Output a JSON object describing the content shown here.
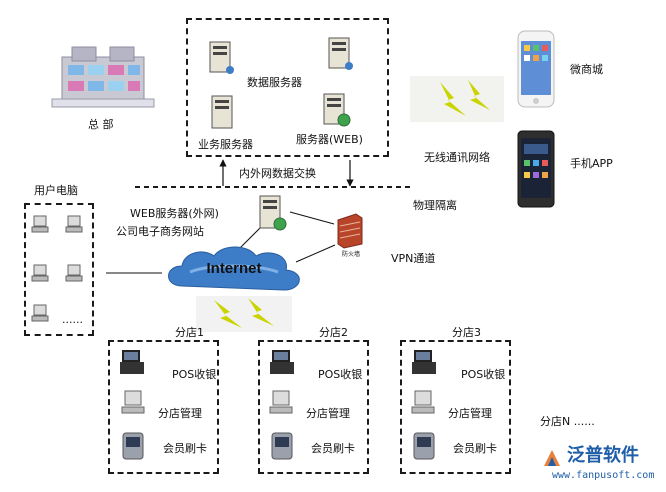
{
  "headquarters": {
    "label": "总  部"
  },
  "datacenter": {
    "data_server_label": "数据服务器",
    "business_server_label": "业务服务器",
    "web_server_label": "服务器(WEB)"
  },
  "exchange": {
    "label": "内外网数据交换"
  },
  "mobile": {
    "wireless_label": "无线通讯网络",
    "wechat_mall_label": "微商城",
    "phone_app_label": "手机APP"
  },
  "physical_isolation_label": "物理隔离",
  "user_pc": {
    "label": "用户电脑",
    "more": "......"
  },
  "web_server": {
    "label": "WEB服务器(外网)",
    "site_label": "公司电子商务网站"
  },
  "internet": {
    "label": "Internet"
  },
  "firewall": {
    "label": "防火墙"
  },
  "vpn_label": "VPN通道",
  "branches": [
    {
      "title": "分店1",
      "pos": "POS收银",
      "manage": "分店管理",
      "card": "会员刷卡"
    },
    {
      "title": "分店2",
      "pos": "POS收银",
      "manage": "分店管理",
      "card": "会员刷卡"
    },
    {
      "title": "分店3",
      "pos": "POS收银",
      "manage": "分店管理",
      "card": "会员刷卡"
    }
  ],
  "branch_n_label": "分店N ......",
  "logo": {
    "name": "泛普软件",
    "url": "www.fanpusoft.com"
  },
  "colors": {
    "cloud": "#3d7cc7",
    "firewall": "#b8442a",
    "lightning": "#c9d400",
    "logo": "#1f5ea8",
    "dash": "#1a1a1a"
  }
}
